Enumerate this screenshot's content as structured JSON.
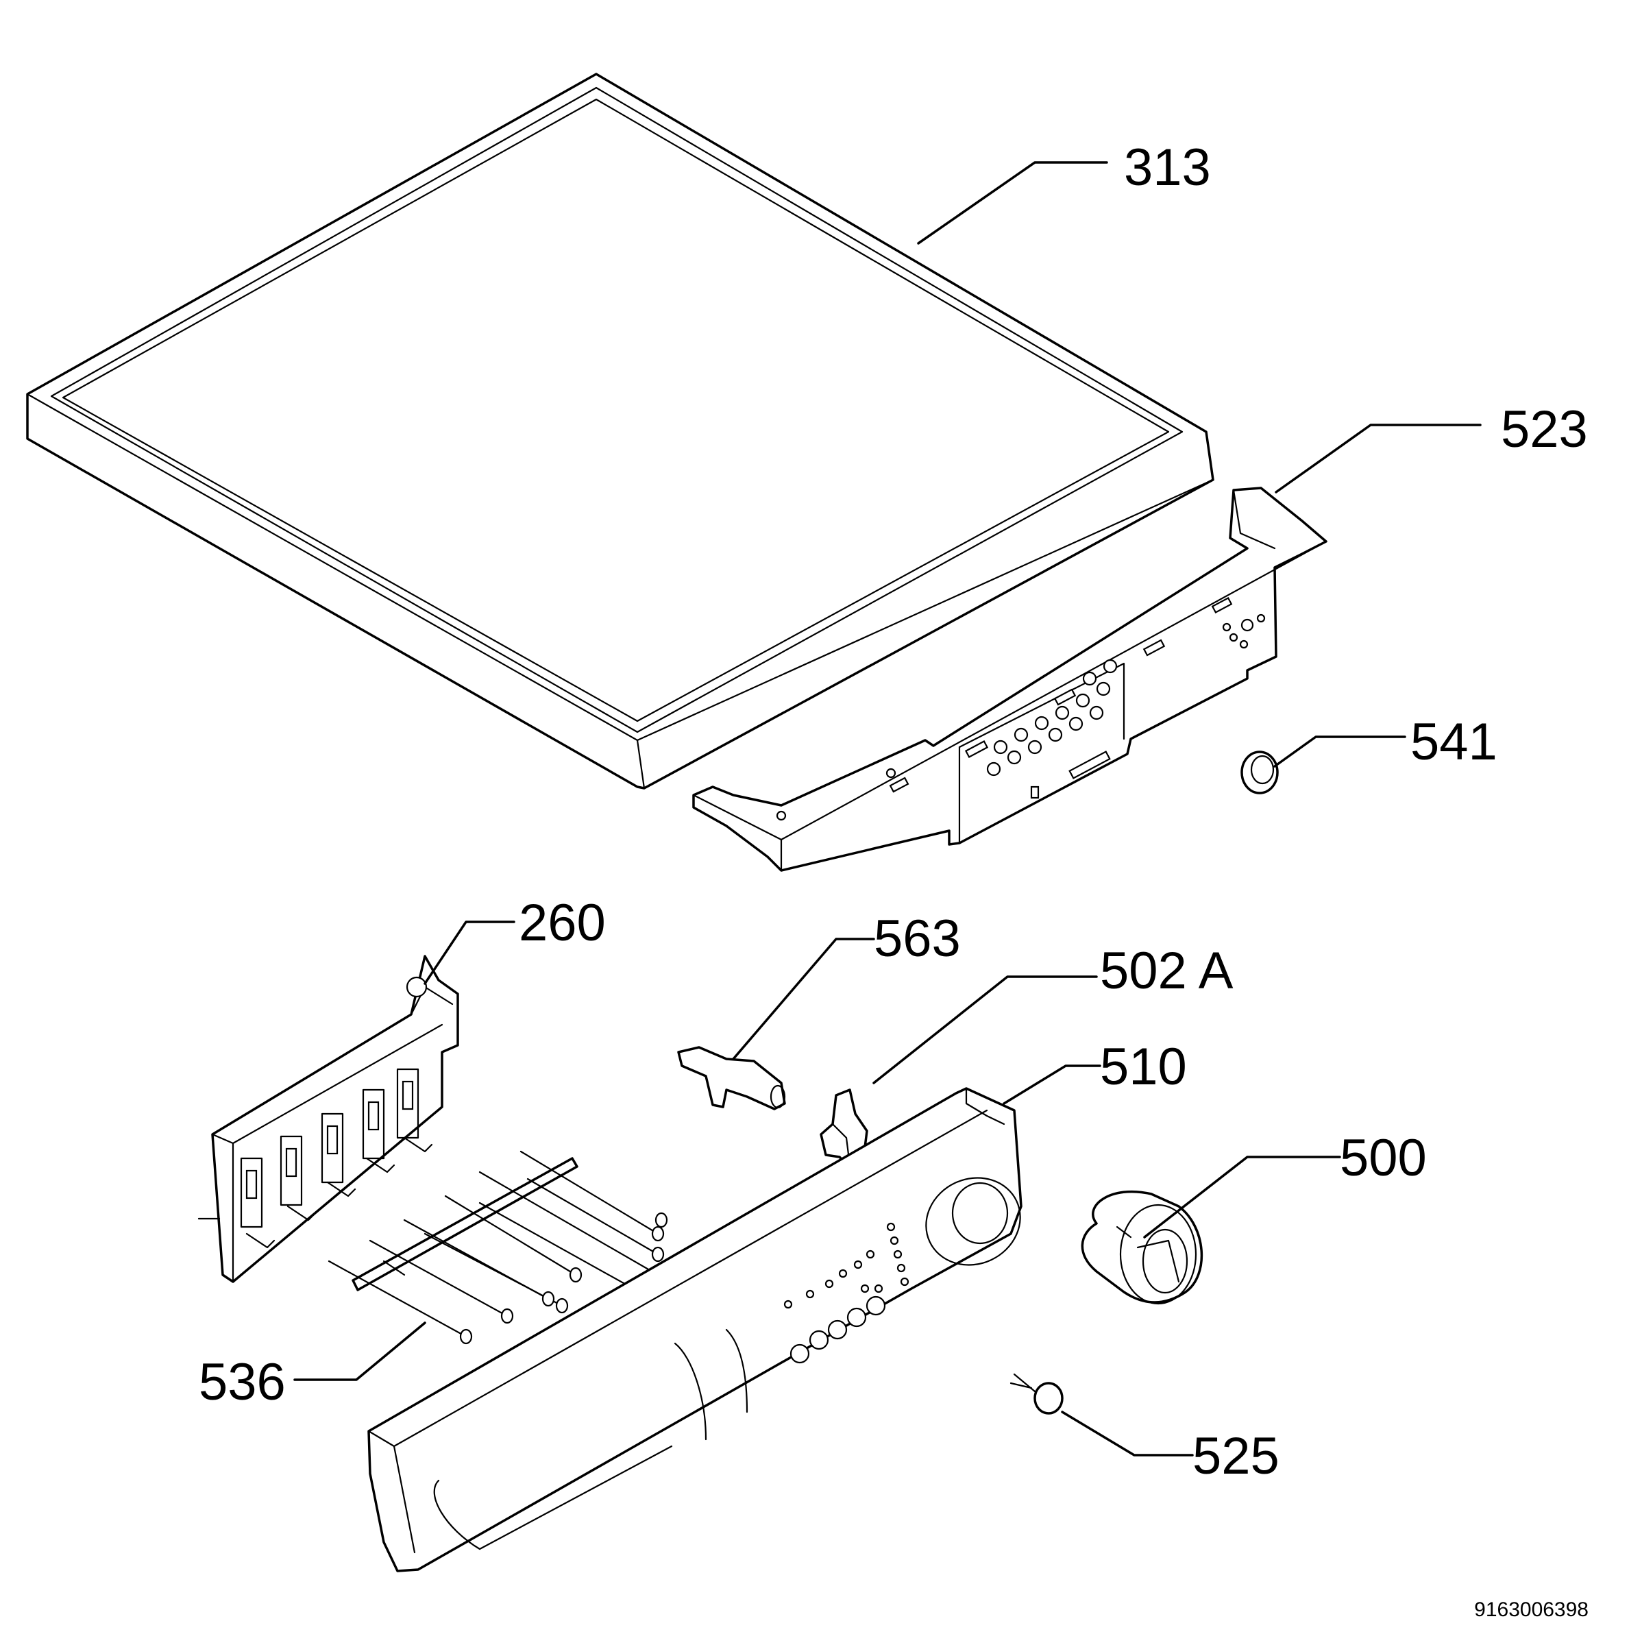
{
  "diagram": {
    "document_number": "9163006398",
    "parts": [
      {
        "id": "313",
        "label": "313"
      },
      {
        "id": "523",
        "label": "523"
      },
      {
        "id": "541",
        "label": "541"
      },
      {
        "id": "260",
        "label": "260"
      },
      {
        "id": "563",
        "label": "563"
      },
      {
        "id": "502a",
        "label": "502 A"
      },
      {
        "id": "510",
        "label": "510"
      },
      {
        "id": "500",
        "label": "500"
      },
      {
        "id": "536",
        "label": "536"
      },
      {
        "id": "525",
        "label": "525"
      }
    ]
  },
  "colors": {
    "line": "#000000",
    "background": "#ffffff"
  }
}
